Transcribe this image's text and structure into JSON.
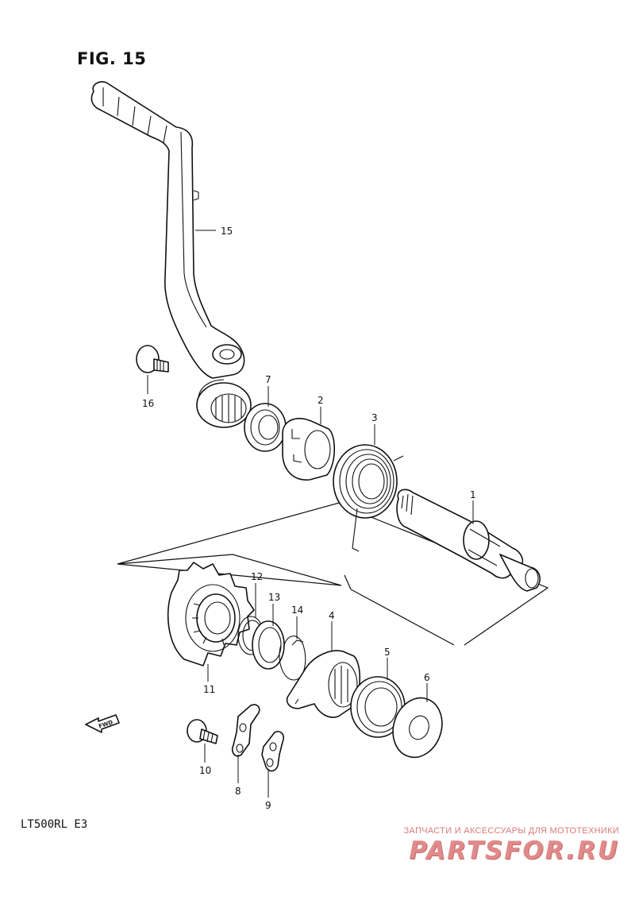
{
  "figure": {
    "title": "FIG. 15",
    "model": "LT500RL  E3"
  },
  "callouts": [
    {
      "id": "c1",
      "label": "1"
    },
    {
      "id": "c2",
      "label": "2"
    },
    {
      "id": "c3",
      "label": "3"
    },
    {
      "id": "c4",
      "label": "4"
    },
    {
      "id": "c5",
      "label": "5"
    },
    {
      "id": "c6",
      "label": "6"
    },
    {
      "id": "c7",
      "label": "7"
    },
    {
      "id": "c8",
      "label": "8"
    },
    {
      "id": "c9",
      "label": "9"
    },
    {
      "id": "c10",
      "label": "10"
    },
    {
      "id": "c11",
      "label": "11"
    },
    {
      "id": "c12",
      "label": "12"
    },
    {
      "id": "c13",
      "label": "13"
    },
    {
      "id": "c14",
      "label": "14"
    },
    {
      "id": "c15",
      "label": "15"
    },
    {
      "id": "c16",
      "label": "16"
    }
  ],
  "fwd_marker": {
    "label": "FWD",
    "icon": "fwd-arrow-icon"
  },
  "watermark": {
    "tagline": "ЗАПЧАСТИ И АКСЕССУАРЫ ДЛЯ МОТОТЕХНИКИ",
    "logo": "PARTSFOR.RU",
    "color": "#e08a8a"
  }
}
